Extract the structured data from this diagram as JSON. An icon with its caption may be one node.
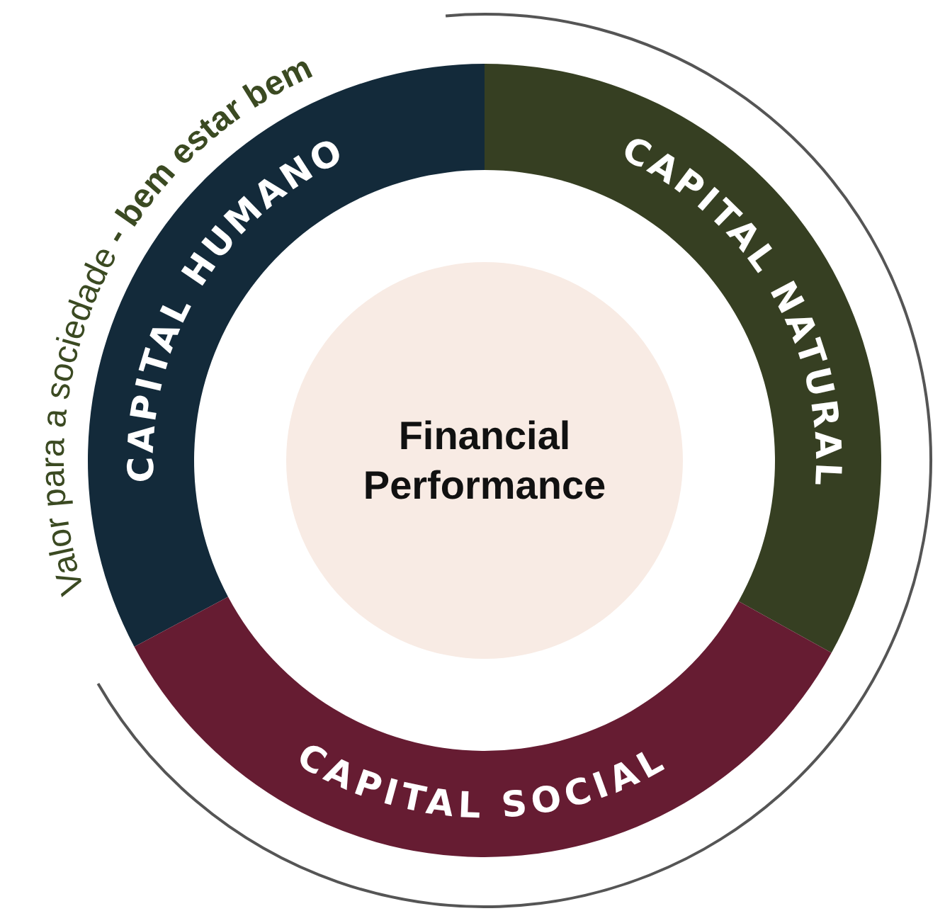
{
  "diagram": {
    "nodes": [
      {
        "text": [
          "Financial Performance"
        ]
      },
      {
        "text": [
          "CAPITAL HUMANO"
        ]
      },
      {
        "text": [
          "CAPITAL NATURAL"
        ]
      },
      {
        "text": [
          "CAPITAL SOCIAL"
        ]
      }
    ],
    "labels": [
      "Valor para a sociedade **- bem estar bem**"
    ]
  }
}
